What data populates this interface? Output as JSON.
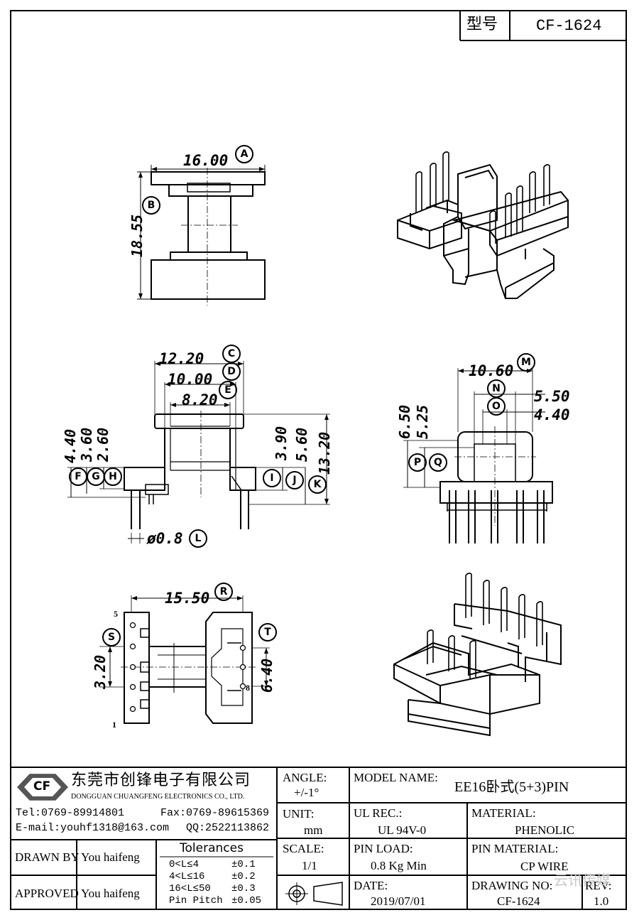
{
  "header": {
    "type_label": "型号",
    "type_value": "CF-1624"
  },
  "dimensions": {
    "a": "16.00",
    "b": "18.55",
    "c": "12.20",
    "d": "10.00",
    "e": "8.20",
    "f": "4.40",
    "g": "3.60",
    "h": "2.60",
    "i": "3.90",
    "j": "5.60",
    "k": "13.20",
    "l": "ø0.8",
    "m": "10.60",
    "n": "5.50",
    "o": "4.40",
    "p": "6.50",
    "q": "5.25",
    "r": "15.50",
    "s": "3.20",
    "t": "6.40"
  },
  "markers": {
    "a": "A",
    "b": "B",
    "c": "C",
    "d": "D",
    "e": "E",
    "f": "F",
    "g": "G",
    "h": "H",
    "i": "I",
    "j": "J",
    "k": "K",
    "l": "L",
    "m": "M",
    "n": "N",
    "o": "O",
    "p": "P",
    "q": "Q",
    "r": "R",
    "s": "S",
    "t": "T"
  },
  "pin_labels": {
    "top_left": "5",
    "bottom_left": "1",
    "right": "8"
  },
  "title_block": {
    "company_cn": "东莞市创锋电子有限公司",
    "company_en": "DONGGUAN CHUANGFENG ELECTRONICS CO., LTD.",
    "logo_text": "CF",
    "tel": "Tel:0769-89914801",
    "fax": "Fax:0769-89615369",
    "email": "E-mail:youhf1318@163.com",
    "qq": "QQ:2522113862",
    "angle_label": "ANGLE:",
    "angle_value": "+/-1°",
    "unit_label": "UNIT:",
    "unit_value": "mm",
    "scale_label": "SCALE:",
    "scale_value": "1/1",
    "model_label": "MODEL NAME:",
    "model_value": "EE16卧式(5+3)PIN",
    "ul_label": "UL REC.:",
    "ul_value": "UL 94V-0",
    "material_label": "MATERIAL:",
    "material_value": "PHENOLIC",
    "pin_load_label": "PIN LOAD:",
    "pin_load_value": "0.8 Kg Min",
    "pin_material_label": "PIN MATERIAL:",
    "pin_material_value": "CP WIRE",
    "date_label": "DATE:",
    "date_value": "2019/07/01",
    "drawing_no_label": "DRAWING NO:",
    "drawing_no_value": "CF-1624",
    "rev_label": "REV:",
    "rev_value": "1.0",
    "drawn_by_label": "DRAWN BY",
    "drawn_by_value": "You haifeng",
    "approved_label": "APPROVED",
    "approved_value": "You haifeng",
    "tolerances_title": "Tolerances",
    "tolerances": [
      {
        "range": "0<L≤4",
        "value": "±0.1"
      },
      {
        "range": "4<L≤16",
        "value": "±0.2"
      },
      {
        "range": "16<L≤50",
        "value": "±0.3"
      },
      {
        "range": "Pin Pitch",
        "value": "±0.05"
      }
    ],
    "watermark": "云讯传媒"
  }
}
